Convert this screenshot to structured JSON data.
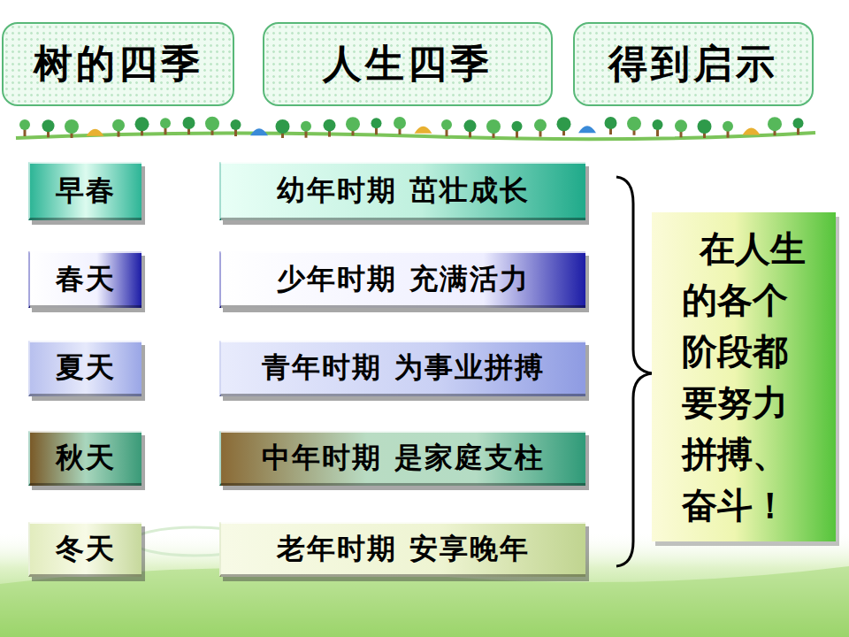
{
  "diagram": {
    "nodes": [
      {
        "text": [
          "树的四季"
        ]
      },
      {
        "text": [
          "人生四季"
        ]
      },
      {
        "text": [
          "得到启示"
        ]
      },
      {
        "text": [
          "早春"
        ]
      },
      {
        "text": [
          "幼年时期 茁壮成长"
        ]
      },
      {
        "text": [
          "春天"
        ]
      },
      {
        "text": [
          "少年时期 充满活力"
        ]
      },
      {
        "text": [
          "夏天"
        ]
      },
      {
        "text": [
          "青年时期 为事业拼搏"
        ]
      },
      {
        "text": [
          "秋天"
        ]
      },
      {
        "text": [
          "中年时期 是家庭支柱"
        ]
      },
      {
        "text": [
          "冬天"
        ]
      },
      {
        "text": [
          "老年时期 安享晚年"
        ]
      },
      {
        "text": [
          "在人生的各个阶段都要努力拼搏、奋斗！"
        ]
      }
    ]
  }
}
